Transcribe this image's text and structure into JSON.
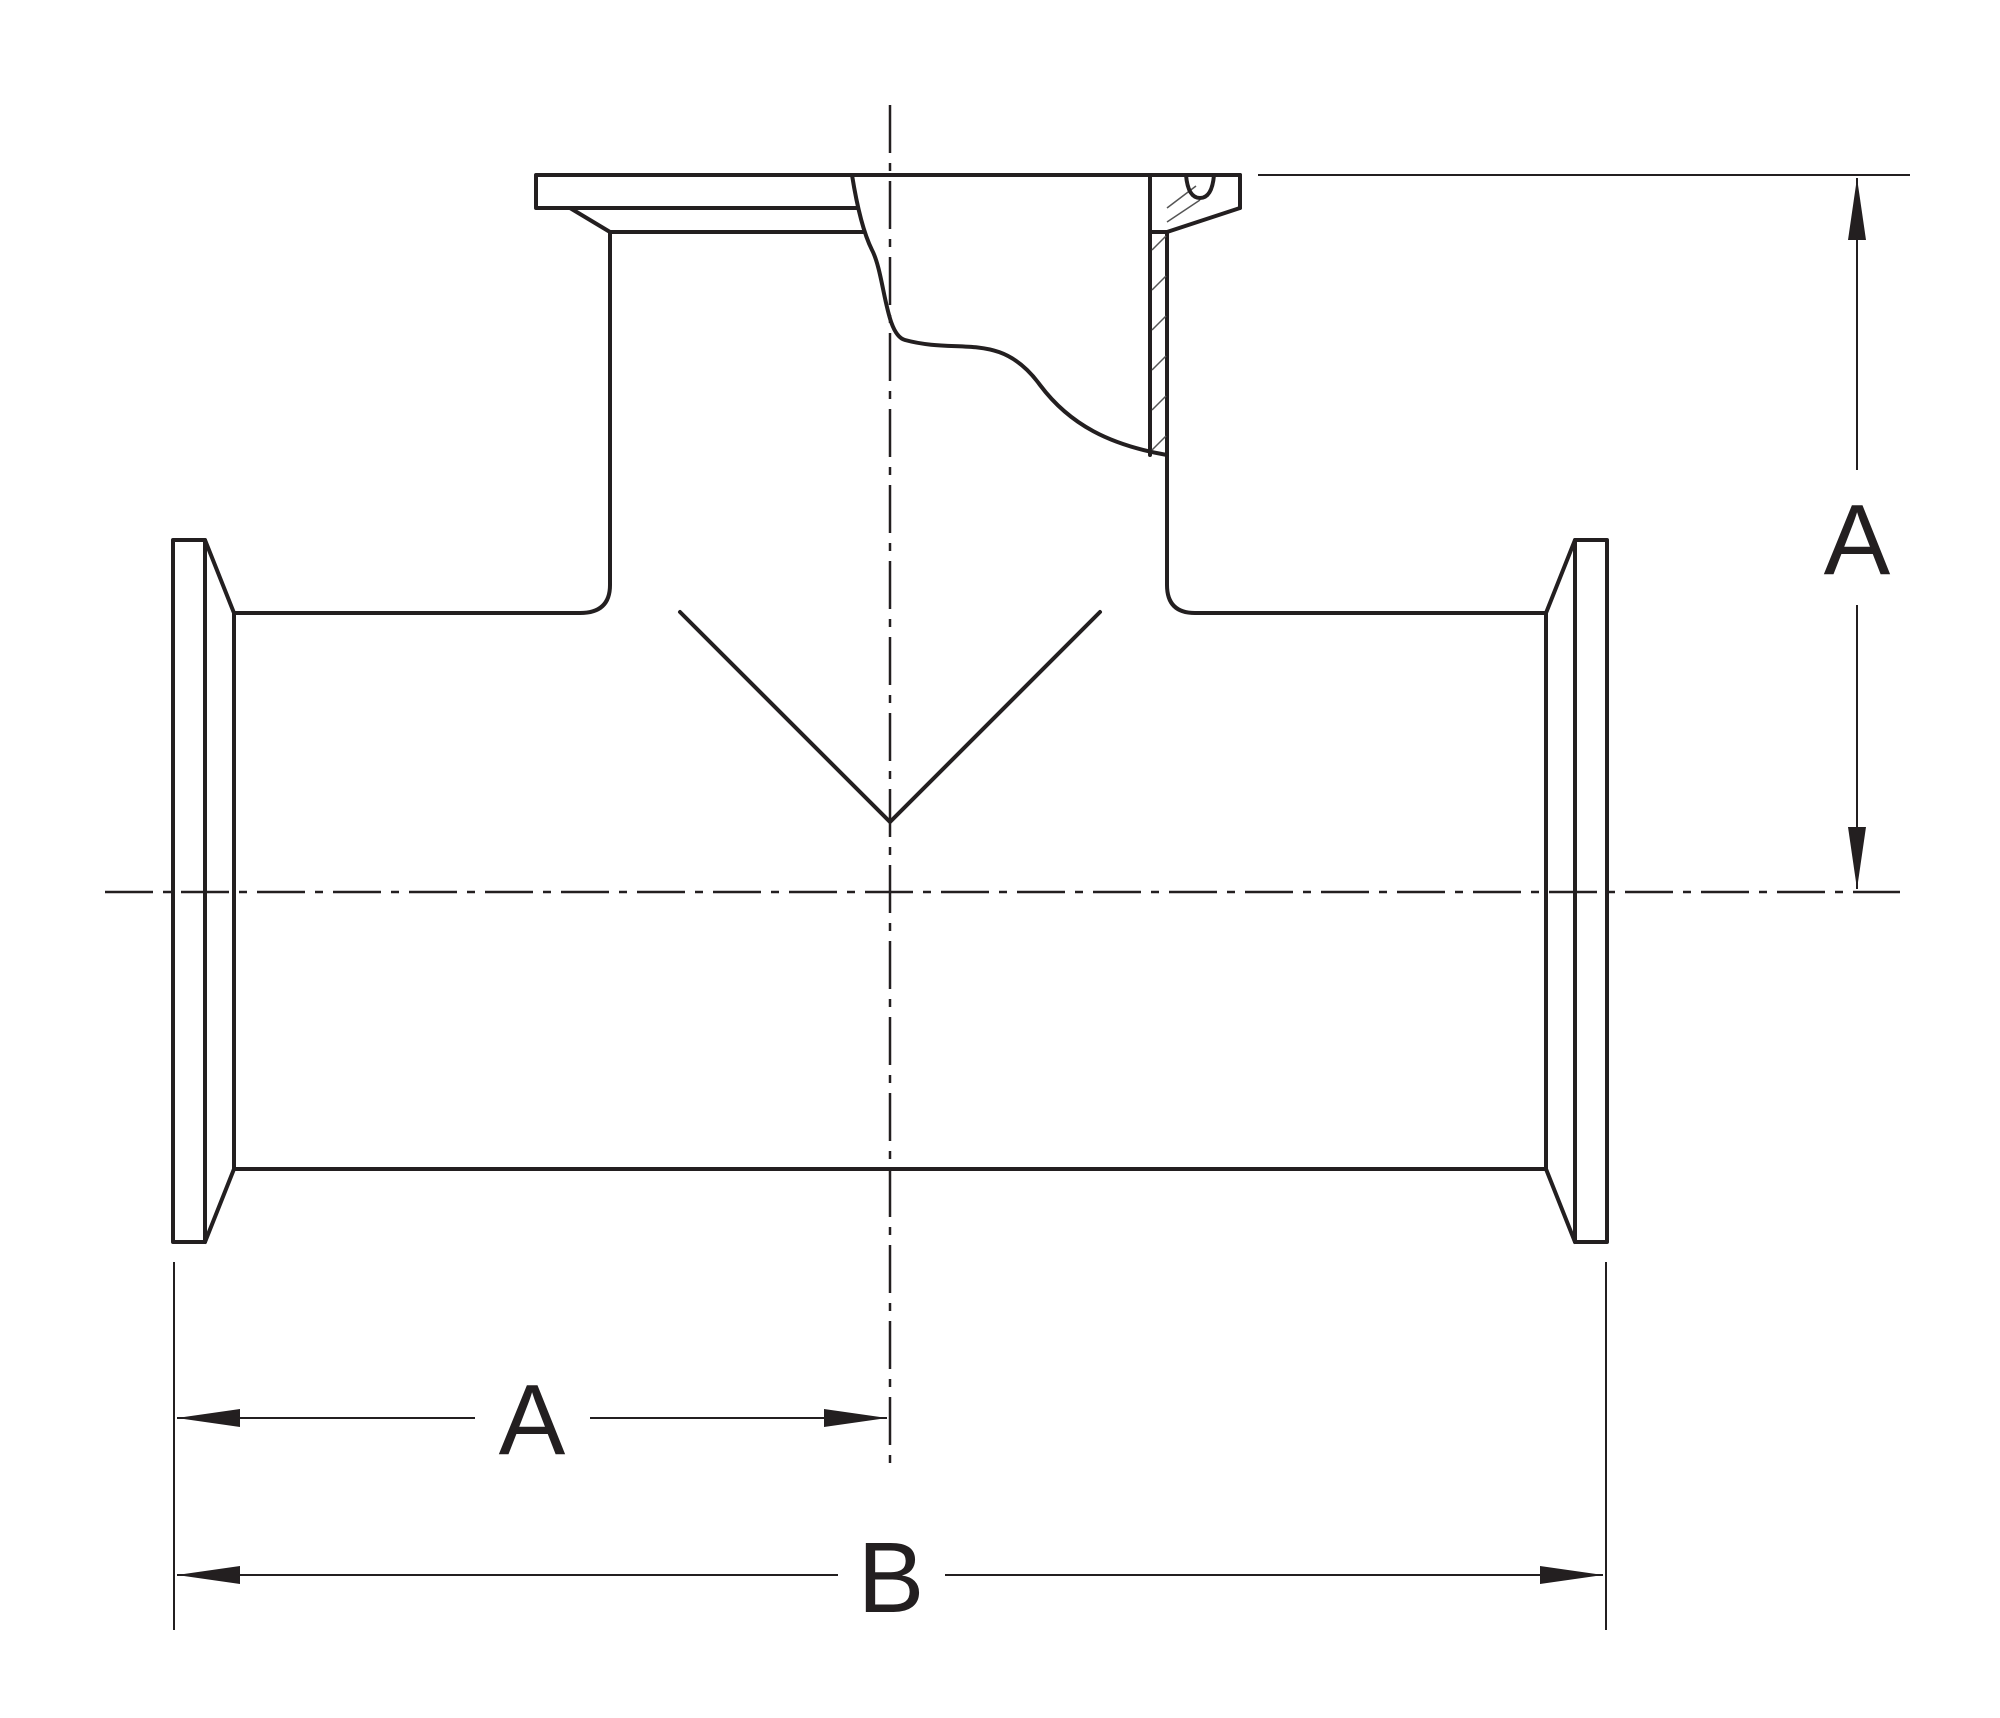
{
  "diagram": {
    "labels": {
      "side_outlet_height": "A",
      "half_run_length": "A",
      "overall_length": "B"
    },
    "colors": {
      "line": "#231f20",
      "background": "#ffffff"
    }
  }
}
